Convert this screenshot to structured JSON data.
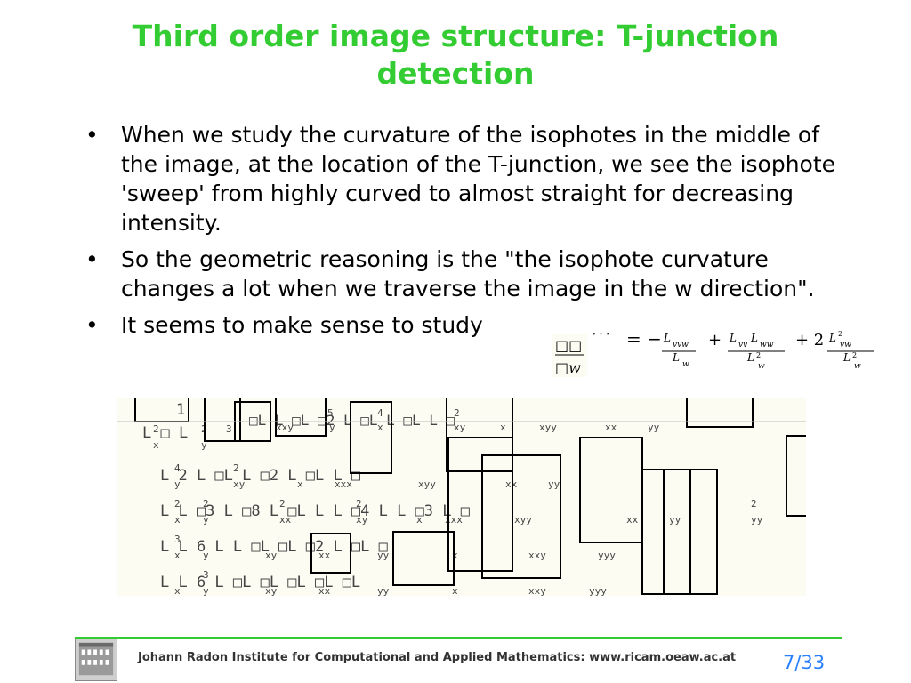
{
  "slide": {
    "title": "Third order image structure: T-junction detection",
    "bullets": [
      "When we study the curvature of the isophotes in the middle of the image, at the location of the T-junction, we see the isophote 'sweep' from highly curved to almost straight for decreasing intensity.",
      "So the geometric reasoning is the \"the isophote curvature changes a lot when we traverse the image in the w direction\".",
      "It seems to make sense to study"
    ],
    "bullet_glyph": "•"
  },
  "formula": {
    "lhs_num": "□□",
    "lhs_den": "□w",
    "dots": "· · ·",
    "eq": "= −",
    "t1": "L",
    "t1_sub": "vvw",
    "t1_den": "L",
    "t1_den_sub": "w",
    "plus": "+",
    "t2": "L",
    "t2_sub": "vv",
    "t2b": "L",
    "t2b_sub": "ww",
    "t2_den": "L",
    "t2_den_sup": "2",
    "t2_den_sub": "w",
    "plus2": "+ 2",
    "t3": "L",
    "t3_sup": "2",
    "t3_sub": "vw",
    "t3_den": "L",
    "t3_den_sup": "2",
    "t3_den_sub": "w"
  },
  "math_block": {
    "rows": [
      {
        "label": "row-1",
        "text": "1"
      },
      {
        "label": "row-2",
        "text": "L  □ L"
      },
      {
        "label": "row-3",
        "text": "L   2 L  □L  L    □2 L    □L    L    □"
      },
      {
        "label": "row-4",
        "text": "L  L   □3 L  □8 L  □L  L   L    □4 L  L  □3 L  □"
      },
      {
        "label": "row-5",
        "text": "L  L   6 L   L   □L   □L  □2 L   □L    □"
      },
      {
        "label": "row-6",
        "text": "L  L   6 L   □L   □L   □L  □L    □L"
      }
    ],
    "row1_extra": "□L    L  □L    □2 L  □L  L    □L   L    □",
    "subs_row1": [
      "xxy",
      "y",
      "x",
      "xy",
      "x",
      "xyy",
      "xx",
      "yy"
    ],
    "sups_row1": [
      "5",
      "4",
      "2"
    ],
    "sub_row2": [
      "x",
      "y"
    ],
    "sup_row2": [
      "2",
      "2",
      "3"
    ],
    "sub_row3": [
      "y",
      "xy",
      "x",
      "xxx",
      "xyy",
      "xx",
      "yy"
    ],
    "sup_row3": [
      "4",
      "2"
    ],
    "sub_row4": [
      "x",
      "y",
      "xx",
      "xy",
      "x",
      "xxx",
      "xyy",
      "xx",
      "yy",
      "yy"
    ],
    "sup_row4": [
      "2",
      "2",
      "2",
      "2",
      "2"
    ],
    "sub_row5": [
      "x",
      "y",
      "xy",
      "xx",
      "yy",
      "x",
      "xxy",
      "yyy"
    ],
    "sup_row5": [
      "3"
    ],
    "sub_row6": [
      "x",
      "y",
      "xy",
      "xx",
      "yy",
      "x",
      "xxy",
      "yyy"
    ],
    "sup_row6": [
      "3"
    ]
  },
  "footer": {
    "institute": "Johann Radon Institute for Computational and Applied Mathematics: www.ricam.oeaw.ac.at",
    "page": "7/33"
  },
  "colors": {
    "title": "#33cc33",
    "footer_line": "#33cc33",
    "page_number": "#2a7fff"
  }
}
